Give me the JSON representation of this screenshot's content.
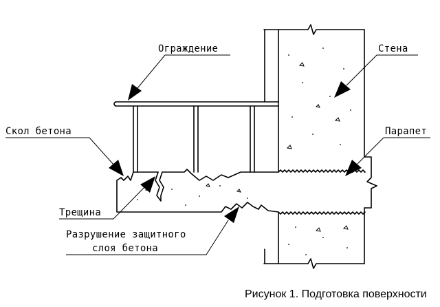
{
  "labels": {
    "railing": "Ограждение",
    "wall": "Стена",
    "chipping": "Скол бетона",
    "parapet": "Парапет",
    "crack": "Трещина",
    "destruction_line1": "Разрушение защитного",
    "destruction_line2": "слоя бетона"
  },
  "caption": "Рисунок 1. Подготовка поверхности"
}
